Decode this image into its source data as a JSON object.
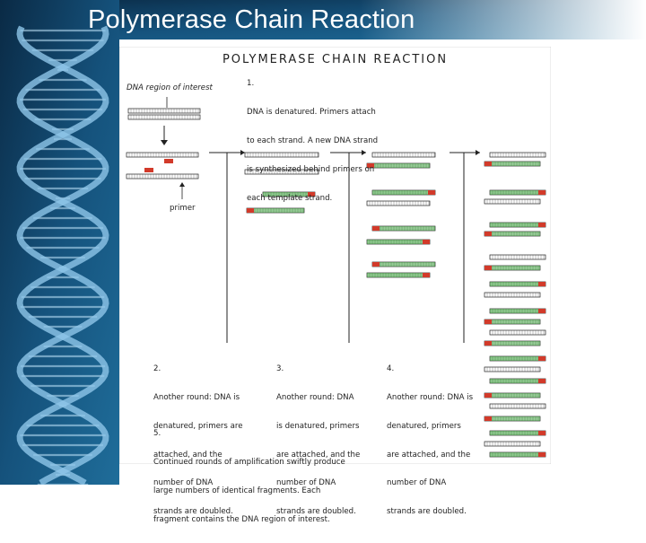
{
  "slide": {
    "title": "Polymerase Chain Reaction",
    "colors": {
      "background_dark": "#0a2a45",
      "background_light": "#1f6d9a",
      "helix_strand": "#8ec6e8",
      "title_text": "#ffffff"
    }
  },
  "figure": {
    "title": "POLYMERASE CHAIN REACTION",
    "region_label": "DNA region of interest",
    "primer_label": "primer",
    "step1": {
      "number": "1.",
      "lines": [
        "DNA is denatured. Primers attach",
        "to each strand. A new DNA strand",
        "is synthesized behind primers on",
        "each template strand."
      ]
    },
    "step2": {
      "number": "2.",
      "lines": [
        "Another round: DNA is",
        "denatured, primers are",
        "attached, and the",
        "number of DNA",
        "strands are doubled."
      ]
    },
    "step3": {
      "number": "3.",
      "lines": [
        "Another round: DNA",
        "is denatured, primers",
        "are attached, and the",
        "number of DNA",
        "strands are doubled."
      ]
    },
    "step4": {
      "number": "4.",
      "lines": [
        "Another round: DNA is",
        "denatured, primers",
        "are attached, and the",
        "number of DNA",
        "strands are doubled."
      ]
    },
    "step5": {
      "number": "5.",
      "lines": [
        "Continued rounds of amplification swiftly produce",
        "large numbers of identical fragments. Each",
        "fragment contains the DNA region of interest."
      ]
    },
    "colors": {
      "primer": "#d23a2a",
      "new_strand": "#3fa23f",
      "template": "#222222"
    }
  }
}
